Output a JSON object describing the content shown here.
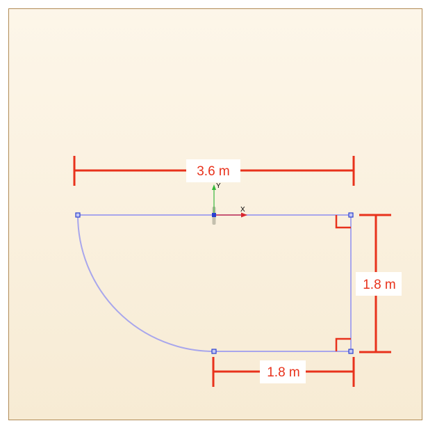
{
  "dimensions": {
    "width_top": "3.6 m",
    "height_right": "1.8 m",
    "width_bottom": "1.8 m"
  },
  "axes": {
    "x_label": "X",
    "y_label": "Y"
  },
  "colors": {
    "dimension": "#e8321c",
    "shape_outline": "#a8a6ec",
    "vertex": "#2a3fd0",
    "x_axis": "#d8262e",
    "y_axis": "#35b83a",
    "background": "#f9efdc",
    "border": "#b08a55"
  },
  "icons": {
    "vertex": "square-handle-icon",
    "origin": "origin-gizmo-icon"
  }
}
